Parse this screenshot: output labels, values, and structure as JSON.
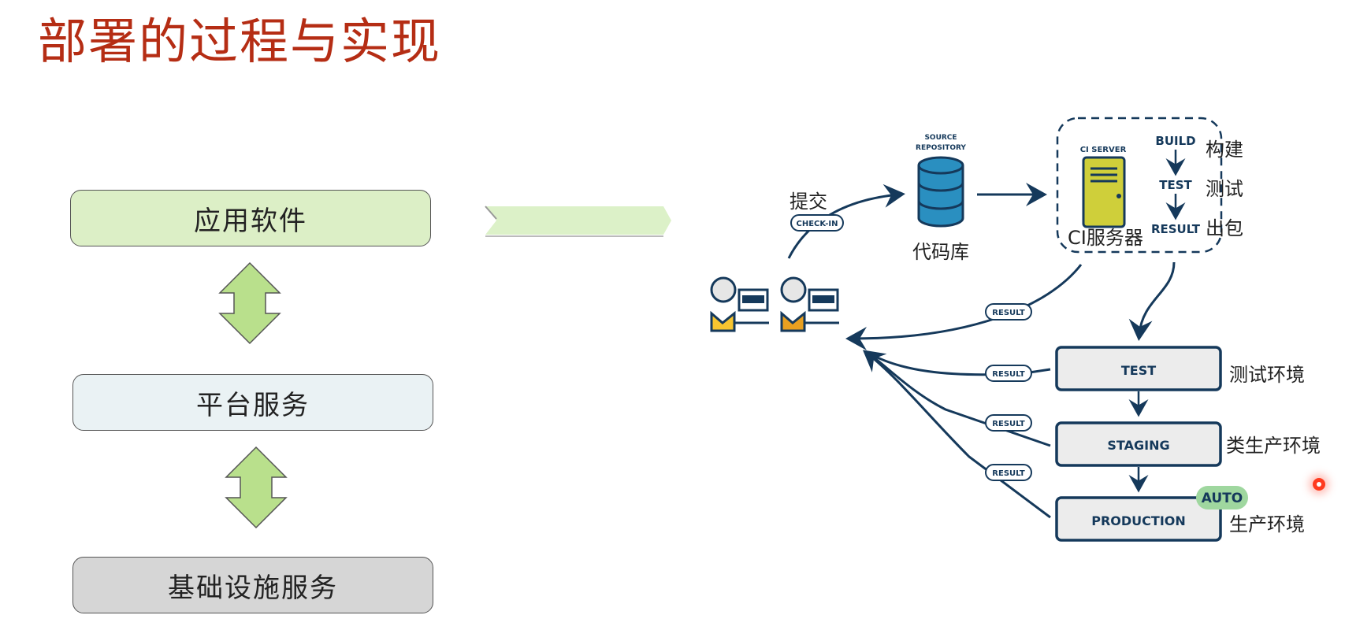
{
  "title": "部署的过程与实现",
  "layers": [
    {
      "label": "应用软件",
      "color": "#dcefc6"
    },
    {
      "label": "平台服务",
      "color": "#eaf2f4"
    },
    {
      "label": "基础设施服务",
      "color": "#d6d6d6"
    }
  ],
  "pipeline": {
    "checkin_cn": "提交",
    "checkin_badge": "CHECK-IN",
    "source_repo_label_line1": "SOURCE",
    "source_repo_label_line2": "REPOSITORY",
    "source_repo_cn": "代码库",
    "ci_server_label": "CI SERVER",
    "ci_server_cn": "CI服务器",
    "ci_steps": [
      {
        "label": "BUILD",
        "cn": "构建"
      },
      {
        "label": "TEST",
        "cn": "测试"
      },
      {
        "label": "RESULT",
        "cn": "出包"
      }
    ],
    "result_badge": "RESULT",
    "environments": [
      {
        "label": "TEST",
        "cn": "测试环境"
      },
      {
        "label": "STAGING",
        "cn": "类生产环境"
      },
      {
        "label": "PRODUCTION",
        "cn": "生产环境"
      }
    ],
    "auto_badge": "AUTO"
  },
  "colors": {
    "title": "#b52d14",
    "navy": "#15395b",
    "db_blue": "#2a8fc0",
    "server_yellow": "#cfcf3a",
    "auto_green": "#9fd79f",
    "arrow_green": "#b9e08c"
  }
}
